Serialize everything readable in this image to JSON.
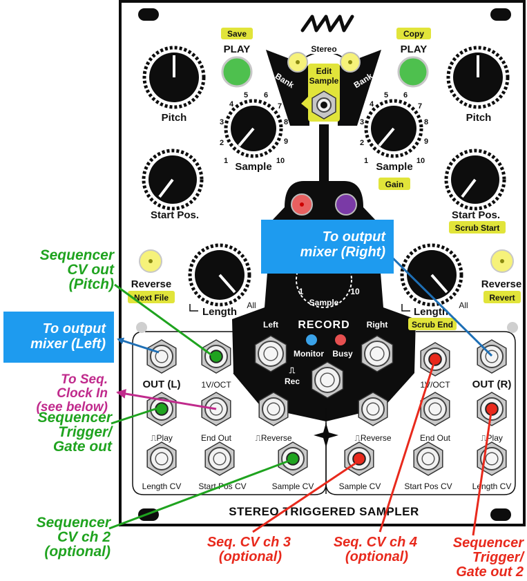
{
  "panel": {
    "title": "STEREO TRIGGERED SAMPLER",
    "left": {
      "save": "Save",
      "play": "PLAY",
      "pitch": "Pitch",
      "bank": "Bank",
      "sample": "Sample",
      "start_pos": "Start Pos.",
      "reverse": "Reverse",
      "next_file": "Next File",
      "length": "Length",
      "all": "All",
      "out": "OUT (L)",
      "voct": "1V/OCT",
      "play_jack": "⎍Play",
      "end_out": "End Out",
      "reverse_jack": "⎍Reverse",
      "length_cv": "Length CV",
      "start_pos_cv": "Start Pos CV",
      "sample_cv": "Sample CV",
      "dial_numbers": [
        "1",
        "2",
        "3",
        "4",
        "5",
        "6",
        "7",
        "8",
        "9",
        "10"
      ]
    },
    "right": {
      "copy": "Copy",
      "play": "PLAY",
      "pitch": "Pitch",
      "bank": "Bank",
      "sample": "Sample",
      "gain": "Gain",
      "start_pos": "Start Pos.",
      "scrub_start": "Scrub Start",
      "reverse": "Reverse",
      "revert": "Revert",
      "length": "Length",
      "all": "All",
      "scrub_end": "Scrub End",
      "out": "OUT (R)",
      "voct": "1V/OCT",
      "play_jack": "⎍Play",
      "end_out": "End Out",
      "reverse_jack": "⎍Reverse",
      "length_cv": "Length CV",
      "start_pos_cv": "Start Pos CV",
      "sample_cv": "Sample CV",
      "dial_numbers": [
        "1",
        "2",
        "3",
        "4",
        "5",
        "6",
        "7",
        "8",
        "9",
        "10"
      ]
    },
    "center": {
      "stereo": "Stereo",
      "edit_sample": [
        "Edit",
        "Sample"
      ],
      "record": "RECORD",
      "left": "Left",
      "right": "Right",
      "monitor": "Monitor",
      "busy": "Busy",
      "rec": [
        "⎍",
        "Rec"
      ],
      "sample": "Sample",
      "dial_1": "1",
      "dial_10": "10"
    }
  },
  "annotations": {
    "seq_cv_out": [
      "Sequencer",
      "CV out",
      "(Pitch)"
    ],
    "to_output_left": [
      "To output",
      "mixer (Left)"
    ],
    "to_output_right": [
      "To output",
      "mixer (Right)"
    ],
    "to_seq_clock": [
      "To Seq.",
      "Clock In",
      "(see below)"
    ],
    "seq_trigger": [
      "Sequencer",
      "Trigger/",
      "Gate out"
    ],
    "seq_cv_ch2": [
      "Sequencer",
      "CV ch 2",
      "(optional)"
    ],
    "seq_cv_ch3": [
      "Seq. CV ch 3",
      "(optional)"
    ],
    "seq_cv_ch4": [
      "Seq. CV ch 4",
      "(optional)"
    ],
    "seq_trigger2": [
      "Sequencer",
      "Trigger/",
      "Gate out 2"
    ]
  },
  "colors": {
    "green": "#1fa31f",
    "blue": "#1e9bef",
    "magenta": "#c02a8c",
    "red": "#e8291c",
    "tag_yellow": "#e1e43a",
    "led_yellow": "#f6f27a",
    "button_green": "#4ec04e",
    "panel_black": "#0d0d0d"
  }
}
